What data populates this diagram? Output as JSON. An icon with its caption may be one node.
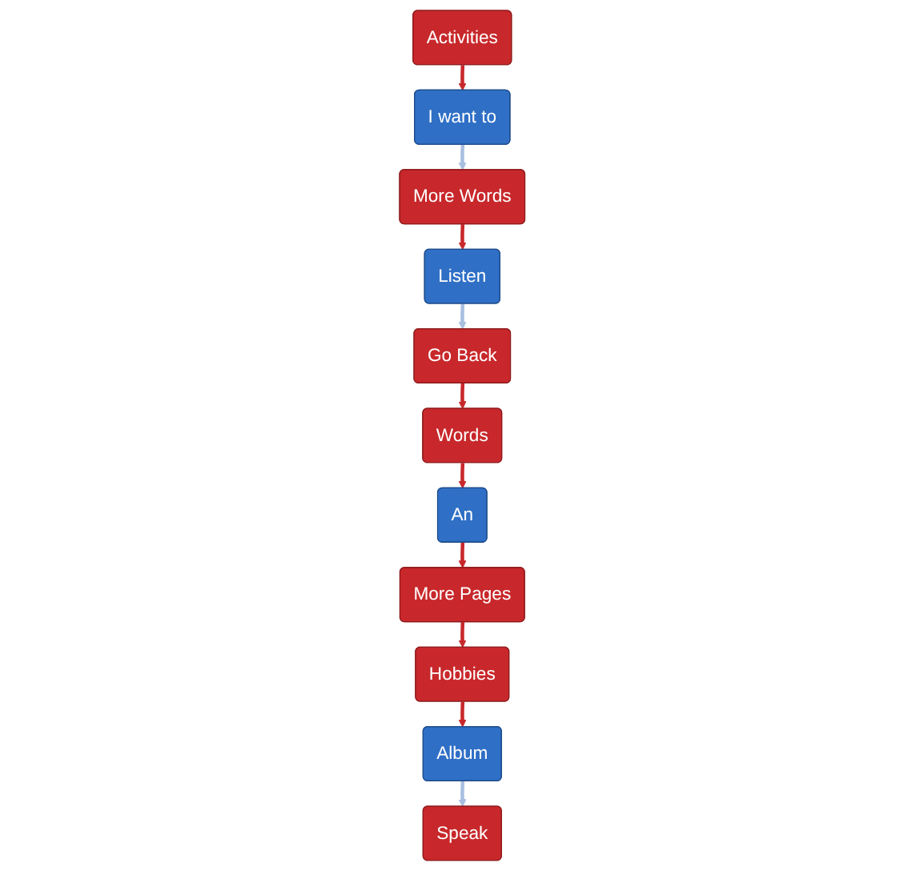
{
  "diagram": {
    "nodes": [
      {
        "text": [
          "Activities"
        ]
      },
      {
        "text": [
          "I want to"
        ]
      },
      {
        "text": [
          "More Words"
        ]
      },
      {
        "text": [
          "Listen"
        ]
      },
      {
        "text": [
          "Go Back"
        ]
      },
      {
        "text": [
          "Words"
        ]
      },
      {
        "text": [
          "An"
        ]
      },
      {
        "text": [
          "More Pages"
        ]
      },
      {
        "text": [
          "Hobbies"
        ]
      },
      {
        "text": [
          "Album"
        ]
      },
      {
        "text": [
          "Speak"
        ]
      }
    ],
    "edges": [
      {
        "from": 0,
        "to": 1,
        "arrow": "to"
      },
      {
        "from": 1,
        "to": 2,
        "arrow": "to",
        "color": "#a9bfe0"
      },
      {
        "from": 2,
        "to": 3,
        "arrow": "to"
      },
      {
        "from": 3,
        "to": 4,
        "arrow": "to",
        "color": "#a9bfe0"
      },
      {
        "from": 4,
        "to": 5,
        "arrow": "to"
      },
      {
        "from": 5,
        "to": 6,
        "arrow": "to"
      },
      {
        "from": 6,
        "to": 7,
        "arrow": "to"
      },
      {
        "from": 7,
        "to": 8,
        "arrow": "to"
      },
      {
        "from": 8,
        "to": 9,
        "arrow": "to"
      },
      {
        "from": 9,
        "to": 10,
        "arrow": "to",
        "color": "#a9bfe0"
      }
    ]
  }
}
